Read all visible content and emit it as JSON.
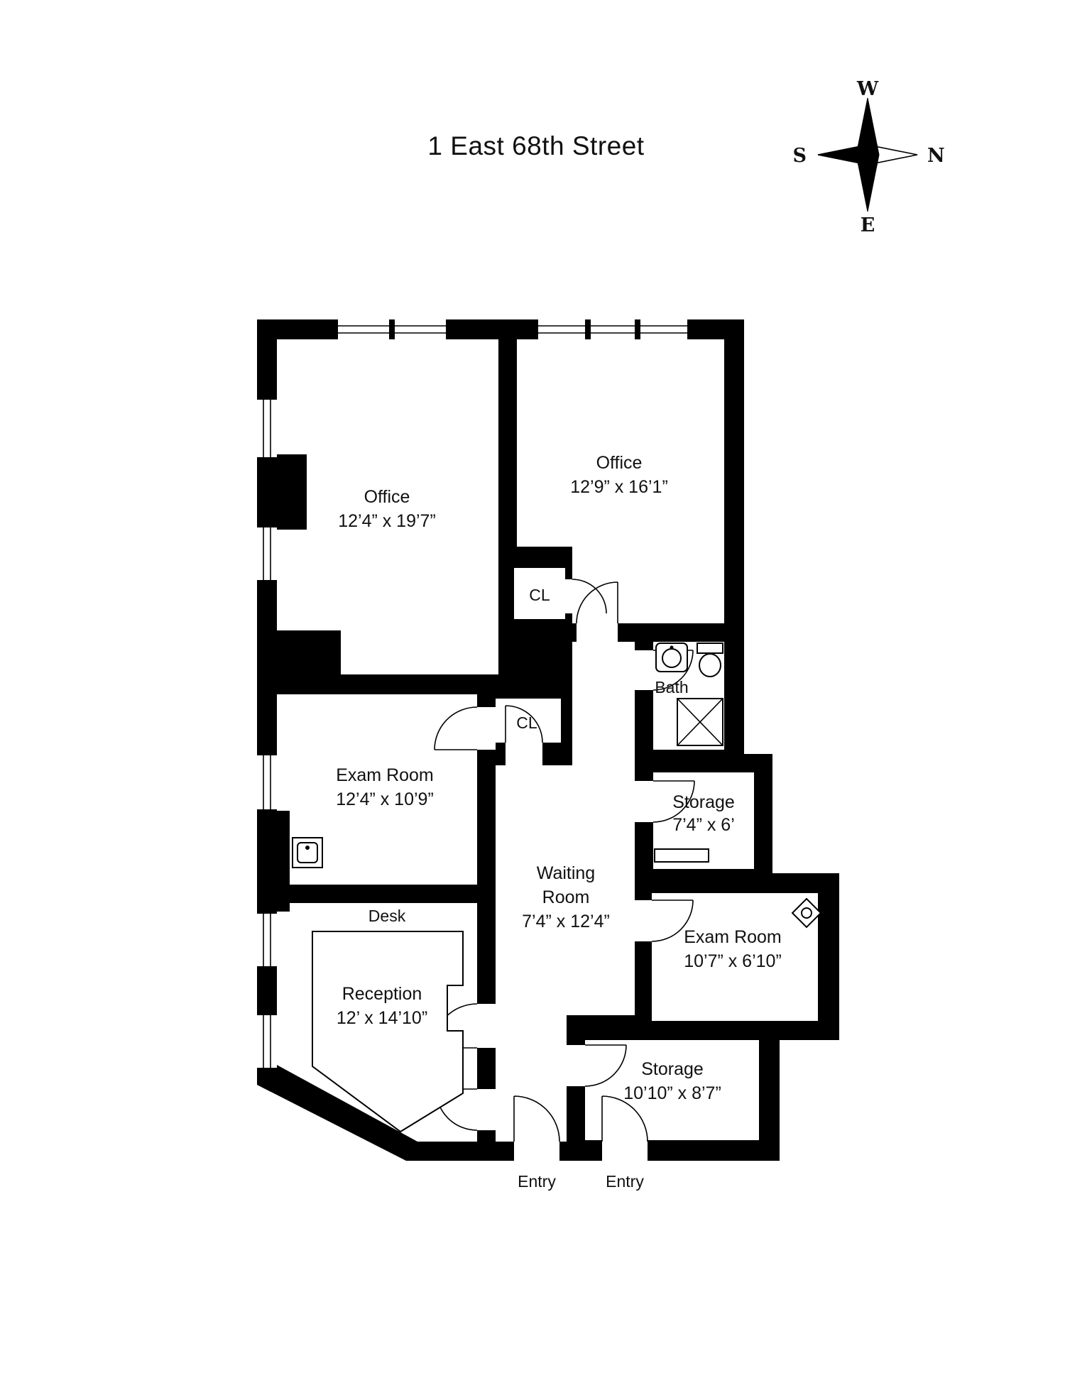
{
  "title": "1 East 68th Street",
  "compass": {
    "w": "W",
    "s": "S",
    "n": "N",
    "e": "E"
  },
  "rooms": {
    "office_left": {
      "name": "Office",
      "dims": "12’4” x 19’7”"
    },
    "office_right": {
      "name": "Office",
      "dims": "12’9” x 16’1”"
    },
    "exam_left": {
      "name": "Exam Room",
      "dims": "12’4” x 10’9”"
    },
    "exam_right": {
      "name": "Exam Room",
      "dims": "10’7” x 6’10”"
    },
    "waiting": {
      "line1": "Waiting",
      "line2": "Room",
      "dims": "7’4” x 12’4”"
    },
    "reception": {
      "name": "Reception",
      "dims": "12’ x 14’10”"
    },
    "storage_upper": {
      "name": "Storage",
      "dims": "7’4” x 6’"
    },
    "storage_lower": {
      "name": "Storage",
      "dims": "10’10” x 8’7”"
    },
    "bath": {
      "name": "Bath"
    },
    "closet_upper": {
      "name": "CL"
    },
    "closet_lower": {
      "name": "CL"
    },
    "desk": {
      "name": "Desk"
    },
    "entry_left": {
      "name": "Entry"
    },
    "entry_right": {
      "name": "Entry"
    }
  },
  "colors": {
    "wall": "#000000",
    "background": "#ffffff"
  }
}
